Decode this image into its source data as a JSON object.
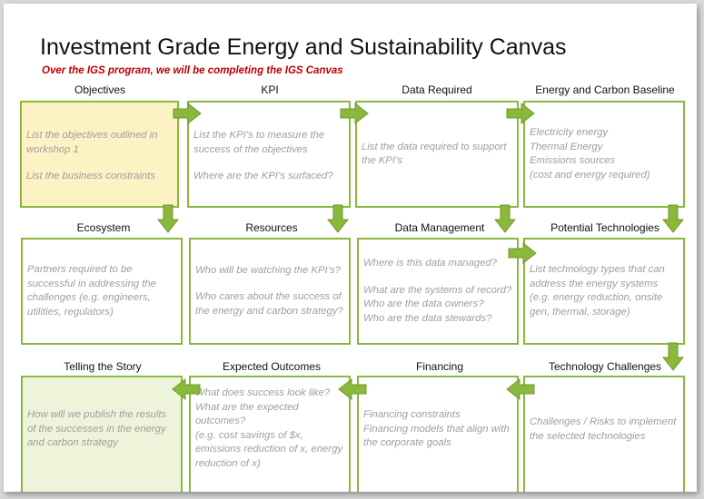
{
  "title": "Investment Grade Energy and Sustainability Canvas",
  "subtitle": "Over the IGS program, we will be completing the IGS Canvas",
  "colors": {
    "border": "#8ab83c",
    "arrow": "#8ab83c",
    "subtitle": "#c00000",
    "highlight_yellow": "#fdf2c3",
    "highlight_green": "#eef4da",
    "box_text": "#9e9e9e"
  },
  "boxes": {
    "objectives": {
      "heading": "Objectives",
      "lines": [
        "List the objectives outlined in workshop 1",
        "List the business constraints"
      ]
    },
    "kpi": {
      "heading": "KPI",
      "lines": [
        "List the KPI’s to measure the success of the objectives",
        "Where are the KPI’s surfaced?"
      ]
    },
    "data_required": {
      "heading": "Data Required",
      "lines": [
        "List the data required to support the KPI’s"
      ]
    },
    "energy_baseline": {
      "heading": "Energy and Carbon Baseline",
      "lines": [
        "Electricity energy",
        "Thermal Energy",
        "Emissions sources",
        "(cost and energy required)"
      ]
    },
    "ecosystem": {
      "heading": "Ecosystem",
      "lines": [
        "Partners required to be successful in addressing the challenges  (e.g. engineers, utilities, regulators)"
      ]
    },
    "resources": {
      "heading": "Resources",
      "lines": [
        "Who will be watching the KPI’s?",
        "Who cares about the success of the energy and carbon strategy?"
      ]
    },
    "data_management": {
      "heading": "Data Management",
      "lines": [
        "Where is this data managed?",
        "What are the systems of record?",
        "Who are the data owners?",
        "Who are the data stewards?"
      ]
    },
    "potential_technologies": {
      "heading": "Potential Technologies",
      "lines": [
        "List technology types that can address the energy systems  (e.g. energy reduction, onsite gen, thermal, storage)"
      ]
    },
    "telling_story": {
      "heading": "Telling the Story",
      "lines": [
        "How will we publish the results of the successes in the energy and carbon strategy"
      ]
    },
    "expected_outcomes": {
      "heading": "Expected Outcomes",
      "lines": [
        "What does success look like?",
        "What are the expected outcomes?",
        "(e.g. cost savings of $x, emissions reduction of x, energy reduction of x)"
      ]
    },
    "financing": {
      "heading": "Financing",
      "lines": [
        "Financing constraints",
        "Financing models that align with the corporate goals"
      ]
    },
    "technology_challenges": {
      "heading": "Technology Challenges",
      "lines": [
        "Challenges / Risks to implement the selected technologies"
      ]
    }
  }
}
